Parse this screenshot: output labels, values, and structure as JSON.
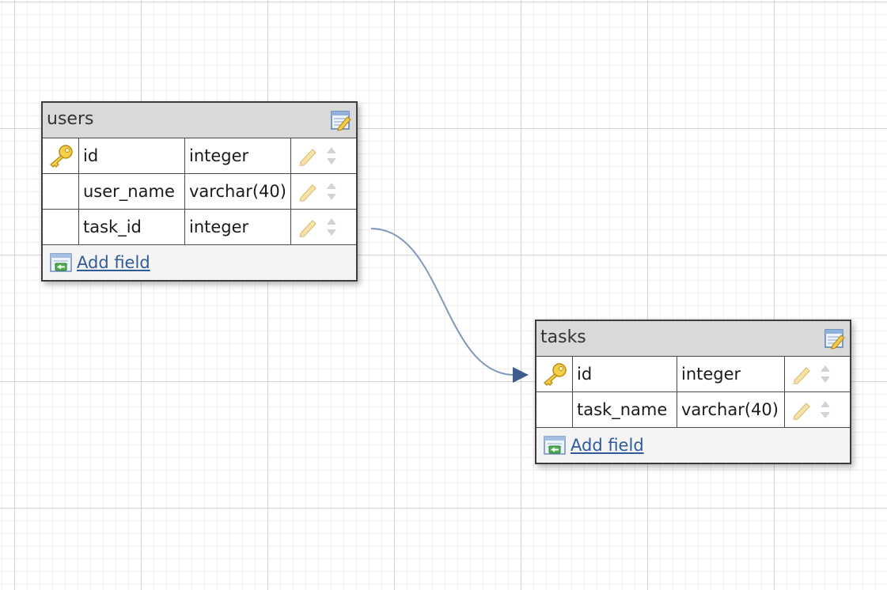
{
  "tables": [
    {
      "name": "users",
      "fields": [
        {
          "name": "id",
          "type": "integer",
          "primary_key": true
        },
        {
          "name": "user_name",
          "type": "varchar(40)",
          "primary_key": false
        },
        {
          "name": "task_id",
          "type": "integer",
          "primary_key": false
        }
      ],
      "add_field_label": "Add field"
    },
    {
      "name": "tasks",
      "fields": [
        {
          "name": "id",
          "type": "integer",
          "primary_key": true
        },
        {
          "name": "task_name",
          "type": "varchar(40)",
          "primary_key": false
        }
      ],
      "add_field_label": "Add field"
    }
  ],
  "relations": [
    {
      "from_table": "users",
      "from_field": "task_id",
      "to_table": "tasks",
      "to_field": "id"
    }
  ],
  "colors": {
    "relation_line": "#7f98bb",
    "relation_arrow": "#3d5f8e",
    "link": "#2f5c99",
    "header_bg": "#d9d9d9"
  },
  "icons": {
    "table_edit": "table-edit-icon",
    "primary_key": "key-icon",
    "field_edit": "pencil-icon",
    "field_order": "up-down-arrows-icon",
    "add_field": "add-field-icon"
  }
}
